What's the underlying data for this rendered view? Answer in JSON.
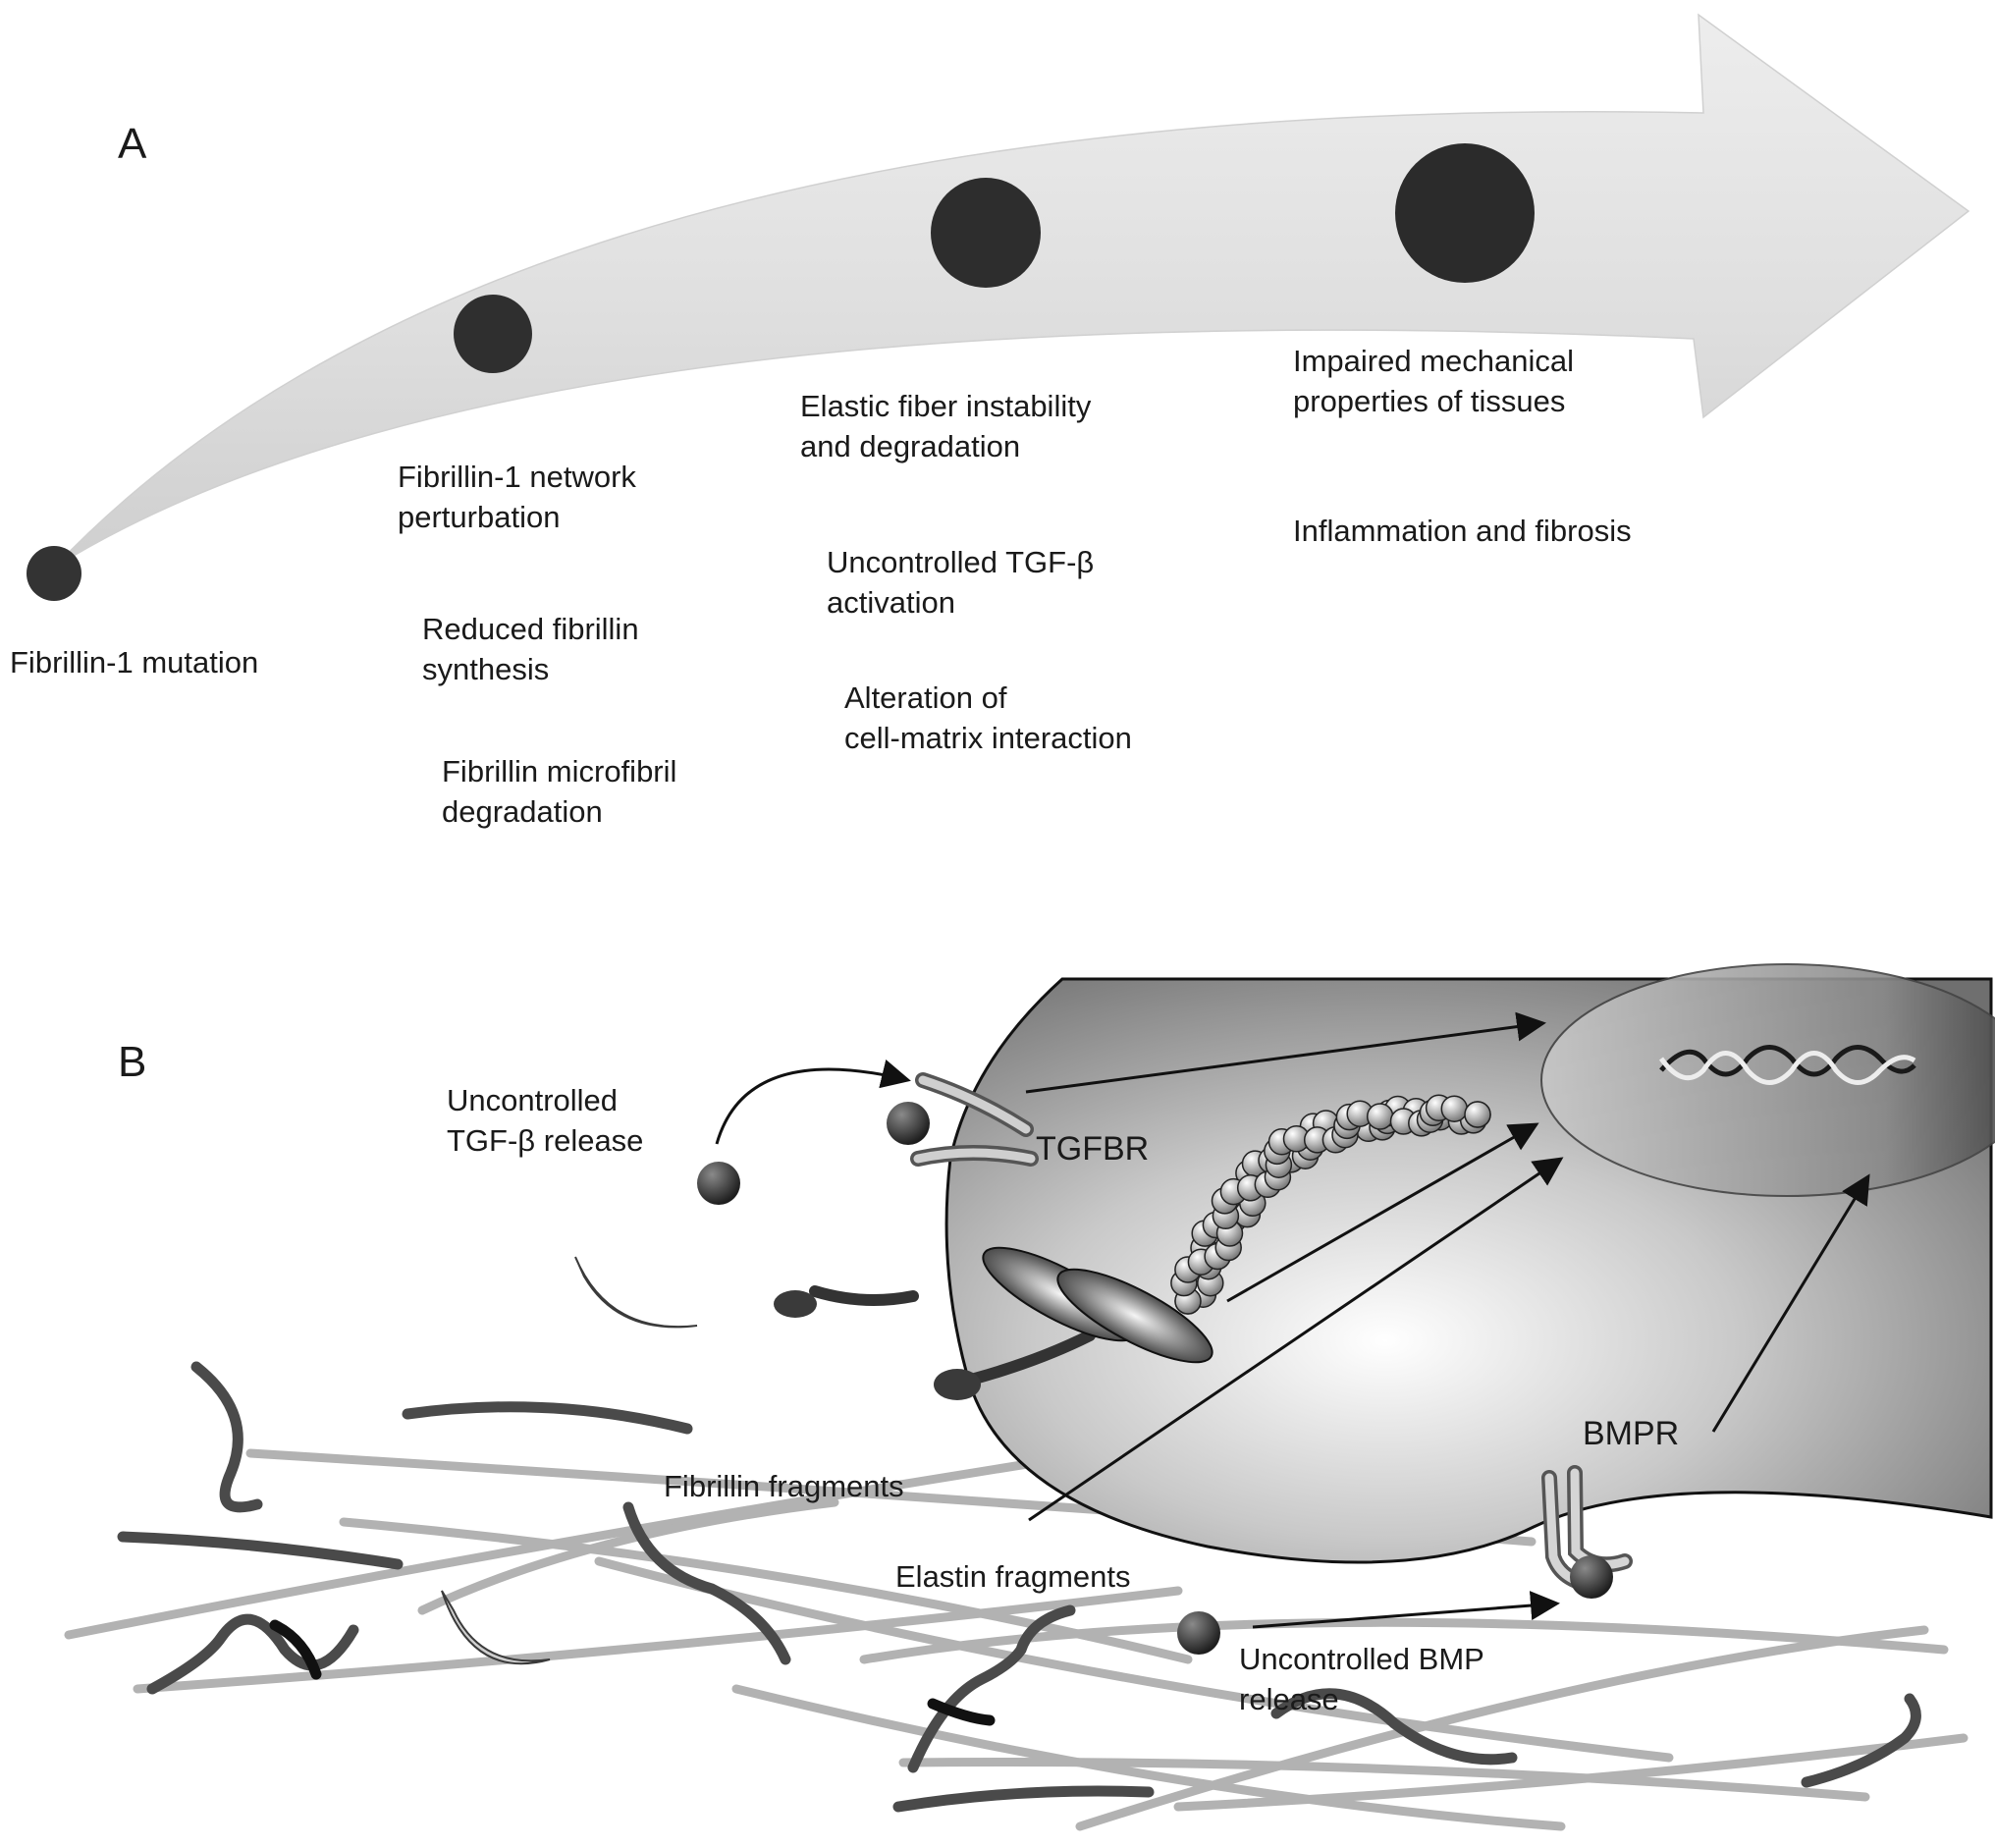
{
  "panel_a": {
    "letter": "A",
    "steps": [
      {
        "text": "Fibrillin-1 mutation"
      },
      {
        "text": "Fibrillin-1 network\nperturbation"
      },
      {
        "text": "Reduced fibrillin\nsynthesis"
      },
      {
        "text": "Fibrillin microfibril\ndegradation"
      },
      {
        "text": "Elastic fiber instability\nand degradation"
      },
      {
        "text": "Uncontrolled TGF-β\nactivation"
      },
      {
        "text": "Alteration of\ncell-matrix interaction"
      },
      {
        "text": "Impaired mechanical\nproperties of tissues"
      },
      {
        "text": "Inflammation and fibrosis"
      }
    ]
  },
  "panel_b": {
    "letter": "B",
    "labels": {
      "tgfb_release": "Uncontrolled\nTGF-β release",
      "tgfbr": "TGFBR",
      "fibrillin_fragments": "Fibrillin fragments",
      "elastin_fragments": "Elastin fragments",
      "bmp_release": "Uncontrolled BMP\nrelease",
      "bmpr": "BMPR"
    }
  },
  "colors": {
    "arrow_body": "#e2e2e2",
    "node": "#2b2b2b",
    "cell": "#8e8e8e",
    "fiber_light": "#b4b4b4",
    "fiber_dark": "#3a3a3a"
  }
}
